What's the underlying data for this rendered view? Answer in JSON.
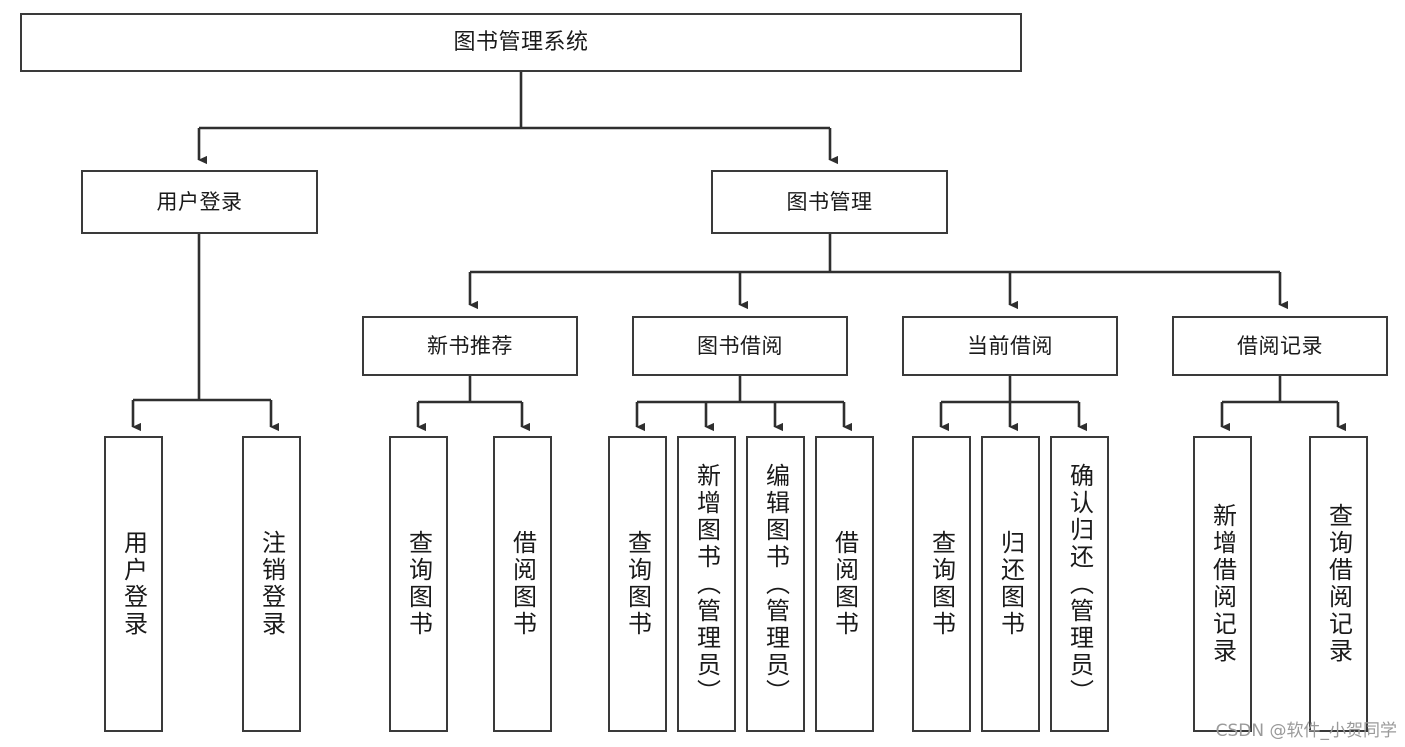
{
  "diagram": {
    "title": "图书管理系统",
    "type": "tree-hierarchy",
    "colors": {
      "box_border": "#3a3a3a",
      "box_fill": "#ffffff",
      "edge": "#2f2f2f",
      "text": "#1a1a1a",
      "watermark": "#9a9a9a",
      "background": "#ffffff"
    },
    "root": {
      "label": "图书管理系统"
    },
    "level2": [
      {
        "label": "用户登录"
      },
      {
        "label": "图书管理"
      }
    ],
    "level3": [
      {
        "label": "新书推荐"
      },
      {
        "label": "图书借阅"
      },
      {
        "label": "当前借阅"
      },
      {
        "label": "借阅记录"
      }
    ],
    "leaves": {
      "user_login": [
        {
          "label": "用户登录"
        },
        {
          "label": "注销登录"
        }
      ],
      "new_book": [
        {
          "label": "查询图书"
        },
        {
          "label": "借阅图书"
        }
      ],
      "book_borrow": [
        {
          "label": "查询图书"
        },
        {
          "label": "新增图书（管理员）"
        },
        {
          "label": "编辑图书（管理员）"
        },
        {
          "label": "借阅图书"
        }
      ],
      "current_borrow": [
        {
          "label": "查询图书"
        },
        {
          "label": "归还图书"
        },
        {
          "label": "确认归还（管理员）"
        }
      ],
      "borrow_record": [
        {
          "label": "新增借阅记录"
        },
        {
          "label": "查询借阅记录"
        }
      ]
    }
  },
  "watermark": {
    "text": "CSDN @软件_小贺同学"
  }
}
